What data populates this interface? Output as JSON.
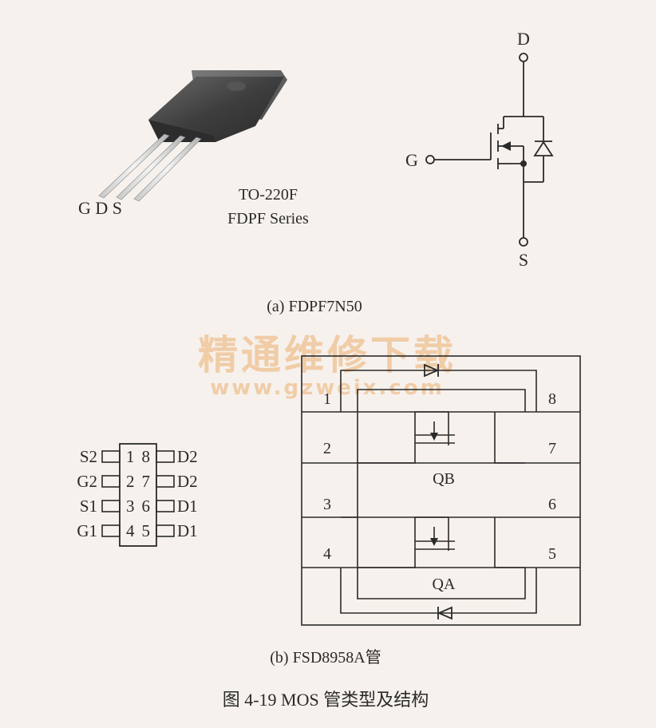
{
  "part_a": {
    "package_pins": "G D S",
    "package_name": "TO-220F",
    "series_name": "FDPF Series",
    "terminal_d": "D",
    "terminal_g": "G",
    "terminal_s": "S",
    "caption": "(a) FDPF7N50"
  },
  "watermark": {
    "chinese": "精通维修下载",
    "url": "www.gzweix.com"
  },
  "part_b": {
    "chip_pins_left": [
      {
        "label": "S2",
        "num": "1"
      },
      {
        "label": "G2",
        "num": "2"
      },
      {
        "label": "S1",
        "num": "3"
      },
      {
        "label": "G1",
        "num": "4"
      }
    ],
    "chip_pins_right": [
      {
        "num": "8",
        "label": "D2"
      },
      {
        "num": "7",
        "label": "D2"
      },
      {
        "num": "6",
        "label": "D1"
      },
      {
        "num": "5",
        "label": "D1"
      }
    ],
    "structure_pins_left": [
      "1",
      "2",
      "3",
      "4"
    ],
    "structure_pins_right": [
      "8",
      "7",
      "6",
      "5"
    ],
    "transistor_top": "QB",
    "transistor_bottom": "QA",
    "caption": "(b) FSD8958A管"
  },
  "figure_caption": "图 4-19    MOS 管类型及结构",
  "colors": {
    "background": "#f6f1ec",
    "ink": "#2a2a2a",
    "watermark": "#f0c8a0"
  }
}
